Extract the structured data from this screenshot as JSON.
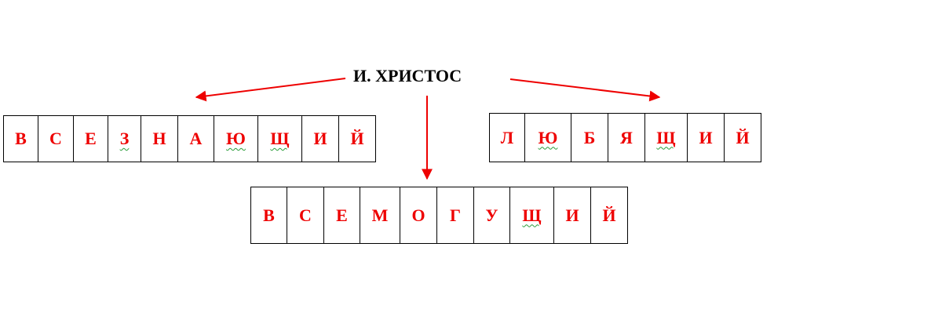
{
  "title": "И. ХРИСТОС",
  "accent_color": "#ee0000",
  "words": {
    "left": [
      {
        "letter": "В",
        "spell": false
      },
      {
        "letter": "С",
        "spell": false
      },
      {
        "letter": "Е",
        "spell": false
      },
      {
        "letter": "З",
        "spell": true
      },
      {
        "letter": "Н",
        "spell": false
      },
      {
        "letter": "А",
        "spell": false
      },
      {
        "letter": "Ю",
        "spell": true
      },
      {
        "letter": "Щ",
        "spell": true
      },
      {
        "letter": "И",
        "spell": false
      },
      {
        "letter": "Й",
        "spell": false
      }
    ],
    "right": [
      {
        "letter": "Л",
        "spell": false
      },
      {
        "letter": "Ю",
        "spell": true
      },
      {
        "letter": "Б",
        "spell": false
      },
      {
        "letter": "Я",
        "spell": false
      },
      {
        "letter": "Щ",
        "spell": true
      },
      {
        "letter": "И",
        "spell": false
      },
      {
        "letter": "Й",
        "spell": false
      }
    ],
    "bottom": [
      {
        "letter": "В",
        "spell": false
      },
      {
        "letter": "С",
        "spell": false
      },
      {
        "letter": "Е",
        "spell": false
      },
      {
        "letter": "М",
        "spell": false
      },
      {
        "letter": "О",
        "spell": false
      },
      {
        "letter": "Г",
        "spell": false
      },
      {
        "letter": "У",
        "spell": false
      },
      {
        "letter": "Щ",
        "spell": true
      },
      {
        "letter": "И",
        "spell": false
      },
      {
        "letter": "Й",
        "spell": false
      }
    ]
  }
}
